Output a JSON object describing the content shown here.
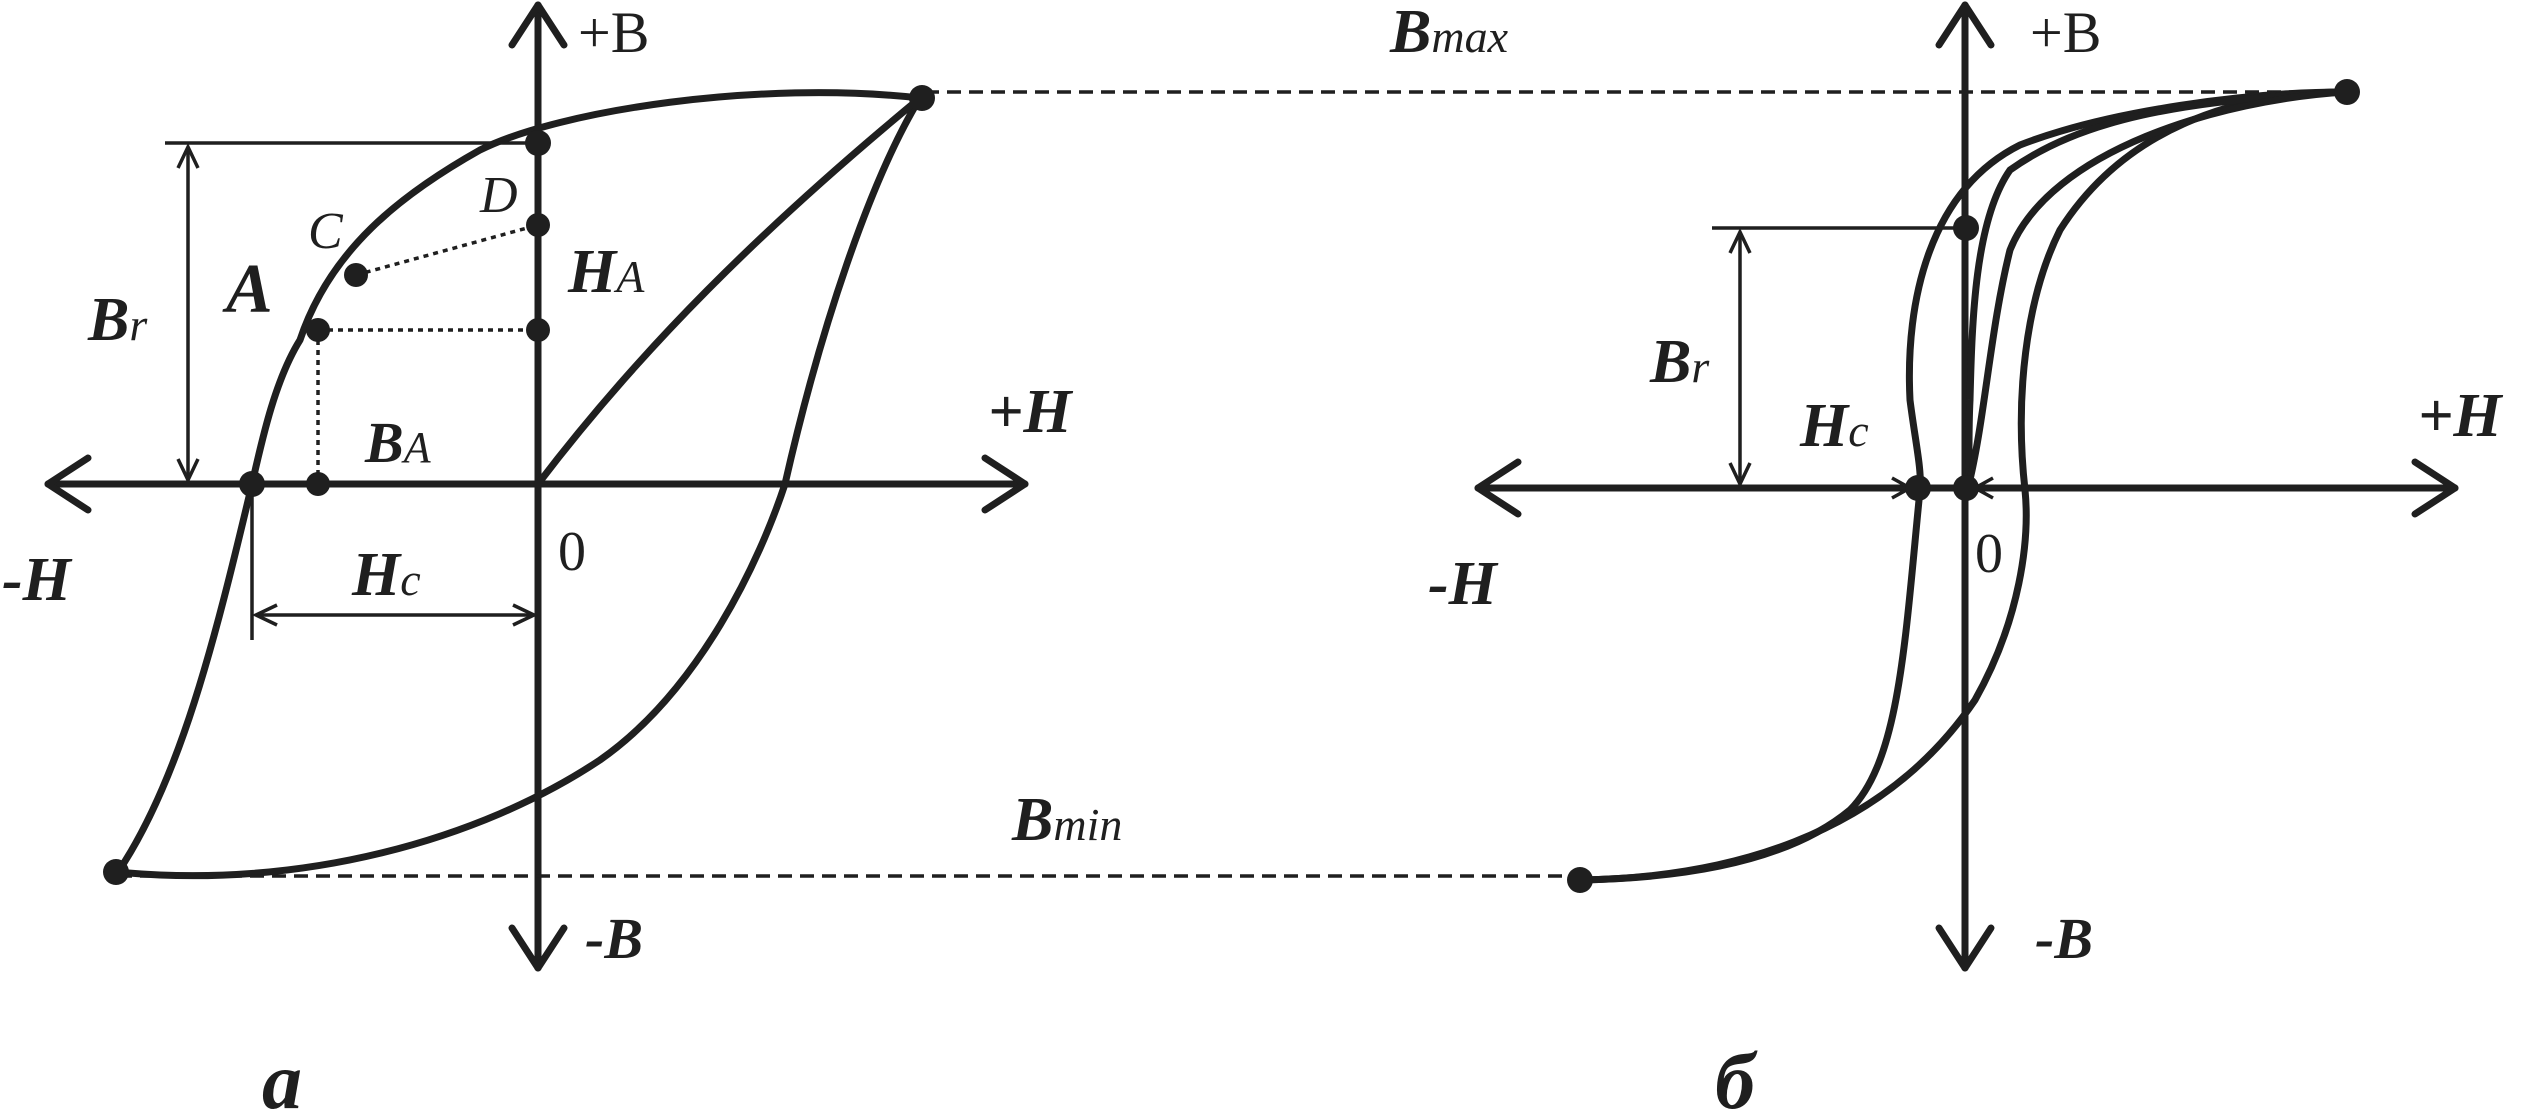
{
  "labels": {
    "plus_b": "+B",
    "minus_b": "-B",
    "plus_h": "+H",
    "minus_h": "-H",
    "zero": "0",
    "b_max_main": "B",
    "b_max_sub": "max",
    "b_min_main": "B",
    "b_min_sub": "min",
    "br_main": "B",
    "br_sub": "r",
    "hc_main": "H",
    "hc_sub": "c",
    "ha_main": "H",
    "ha_sub": "A",
    "ba_main": "B",
    "ba_sub": "A",
    "point_a": "A",
    "point_c": "C",
    "point_d": "D",
    "panel_a": "а",
    "panel_b": "б"
  }
}
